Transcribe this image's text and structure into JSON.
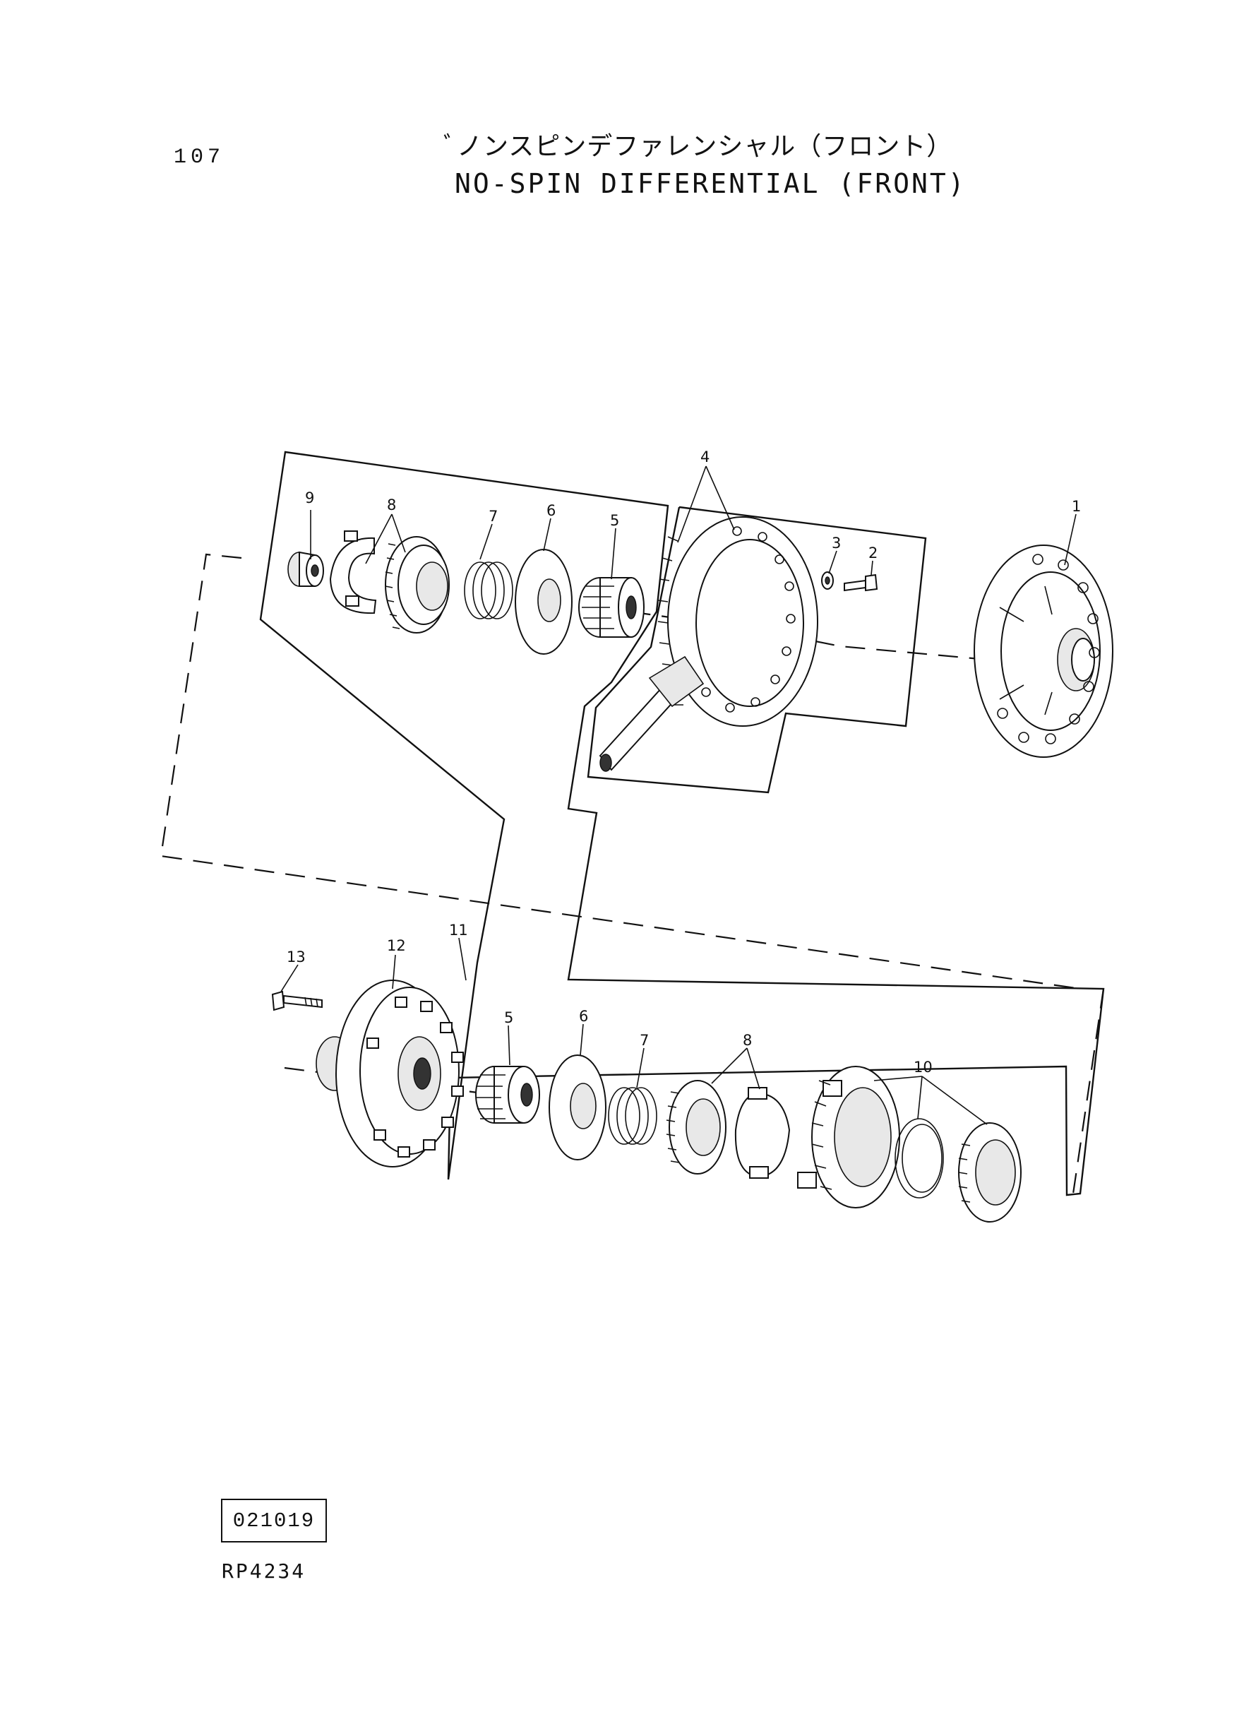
{
  "page": {
    "number": "107"
  },
  "title": {
    "japanese": "ﾞノンスピンデファレンシャル（フロント）",
    "english": "NO-SPIN DIFFERENTIAL (FRONT)"
  },
  "callouts": {
    "c1": "1",
    "c2": "2",
    "c3": "3",
    "c4": "4",
    "c5_top": "5",
    "c6_top": "6",
    "c7_top": "7",
    "c8_top": "8",
    "c9": "9",
    "c5_bottom": "5",
    "c6_bottom": "6",
    "c7_bottom": "7",
    "c8_bottom": "8",
    "c10": "10",
    "c11": "11",
    "c12": "12",
    "c13": "13"
  },
  "footer": {
    "code_box": "021019",
    "reference": "RP4234"
  }
}
